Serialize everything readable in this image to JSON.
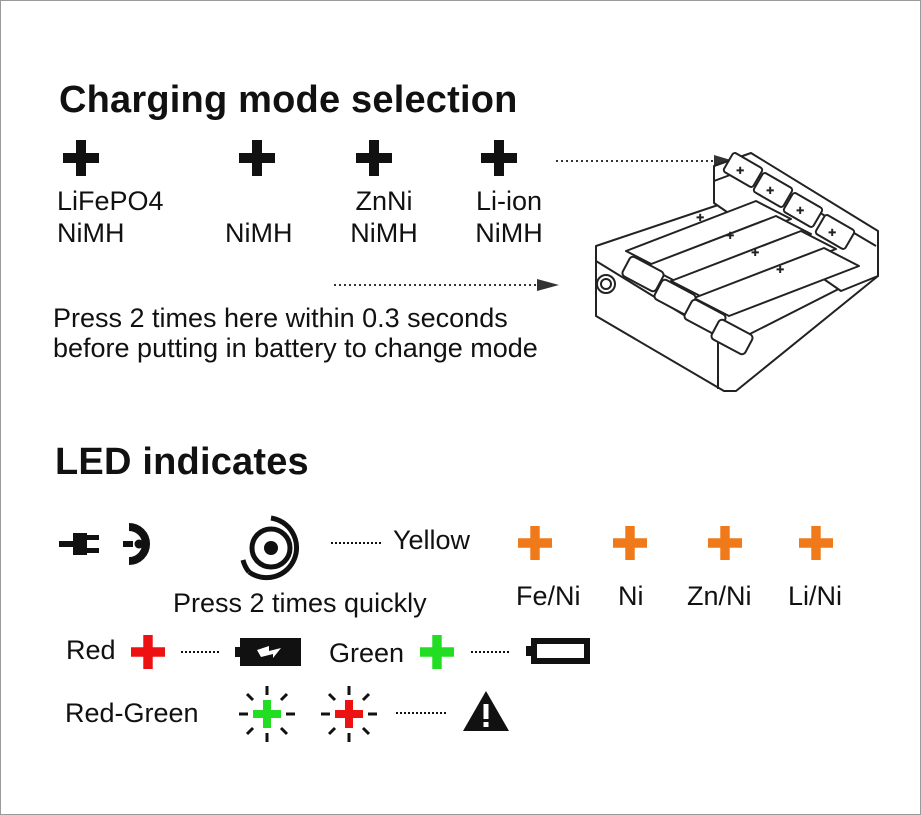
{
  "section_charging": {
    "title": "Charging mode selection",
    "modes": [
      {
        "line1": "LiFePO4",
        "line2": "NiMH"
      },
      {
        "line1": "",
        "line2": "NiMH"
      },
      {
        "line1": "ZnNi",
        "line2": "NiMH"
      },
      {
        "line1": "Li-ion",
        "line2": "NiMH"
      }
    ],
    "instruction_line1": "Press 2 times here within 0.3 seconds",
    "instruction_line2": "before putting in battery to change mode"
  },
  "section_led": {
    "title": "LED indicates",
    "press_label": "Press 2 times quickly",
    "yellow_label": "Yellow",
    "mode_labels": [
      "Fe/Ni",
      "Ni",
      "Zn/Ni",
      "Li/Ni"
    ],
    "red_label": "Red",
    "green_label": "Green",
    "red_green_label": "Red-Green"
  },
  "colors": {
    "black": "#111111",
    "orange": "#f07a1a",
    "red": "#ee1111",
    "green": "#22dd22",
    "frame": "#9a9a9a"
  },
  "icons": [
    "plus-icon",
    "charger-illustration",
    "plug-icon",
    "power-button-icon",
    "battery-charging-icon",
    "battery-full-icon",
    "blinking-led-icon",
    "warning-icon"
  ]
}
